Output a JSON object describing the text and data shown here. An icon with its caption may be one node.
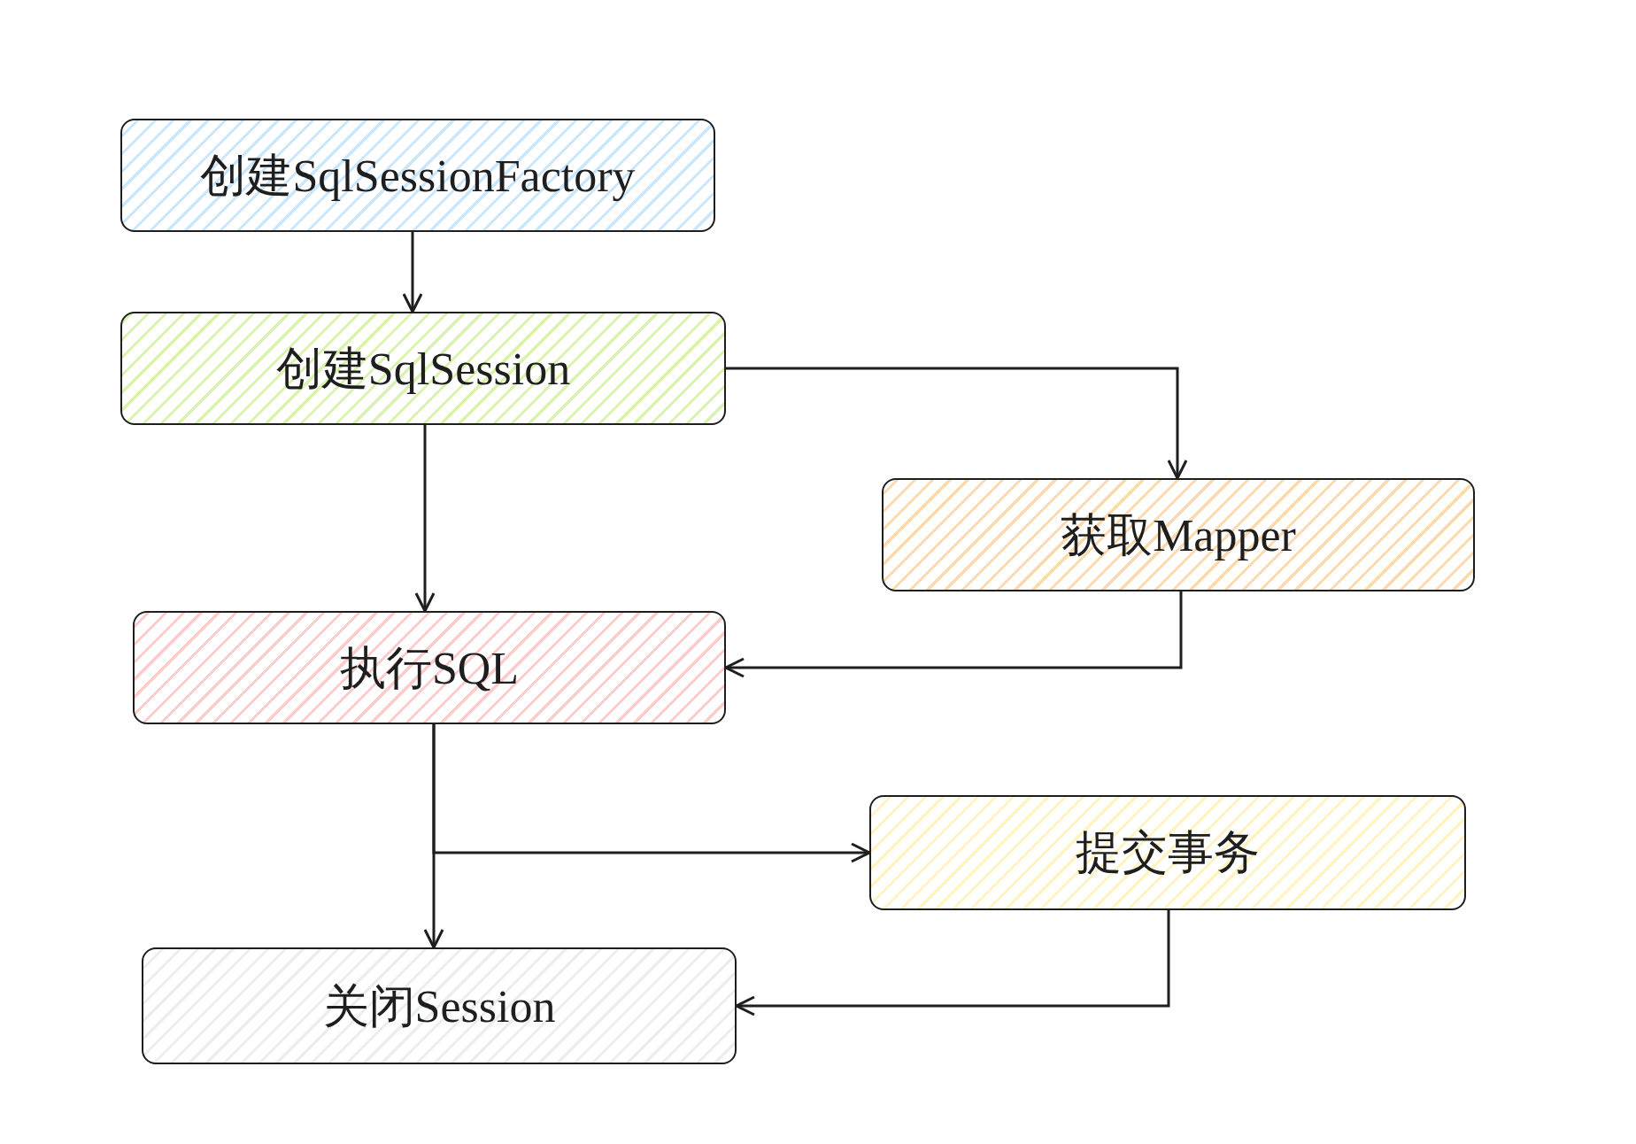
{
  "diagram": {
    "nodes": [
      {
        "text": [
          "创建SqlSessionFactory"
        ]
      },
      {
        "text": [
          "创建SqlSession"
        ]
      },
      {
        "text": [
          "获取Mapper"
        ]
      },
      {
        "text": [
          "执行SQL"
        ]
      },
      {
        "text": [
          "提交事务"
        ]
      },
      {
        "text": [
          "关闭Session"
        ]
      }
    ],
    "edges": [
      {
        "from": 0,
        "to": 1,
        "arrow": "to"
      },
      {
        "from": 1,
        "to": 2,
        "arrow": "to"
      },
      {
        "from": 1,
        "to": 3,
        "arrow": "to"
      },
      {
        "from": 2,
        "to": 3,
        "arrow": "to"
      },
      {
        "from": 3,
        "to": 4,
        "arrow": "to"
      },
      {
        "from": 3,
        "to": 5,
        "arrow": "to"
      },
      {
        "from": 4,
        "to": 5,
        "arrow": "to"
      }
    ]
  }
}
